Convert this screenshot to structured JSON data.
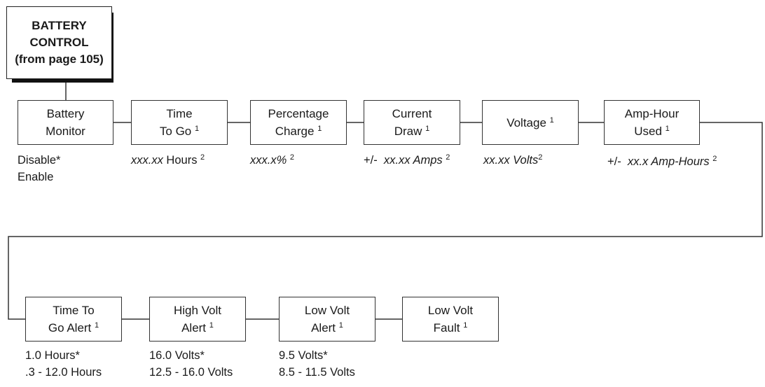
{
  "root": {
    "lines": [
      "BATTERY",
      "CONTROL",
      "(from page 105)"
    ]
  },
  "row1": [
    {
      "lines": [
        {
          "text": "Battery"
        },
        {
          "text": "Monitor"
        }
      ],
      "options": [
        [
          {
            "text": "Disable*"
          }
        ],
        [
          {
            "text": "Enable"
          }
        ]
      ]
    },
    {
      "lines": [
        {
          "text": "Time"
        },
        {
          "text": "To Go",
          "sup": "1"
        }
      ],
      "options": [
        [
          {
            "text": "xxx.xx",
            "italic": true
          },
          {
            "text": " Hours "
          },
          {
            "text": "2",
            "sup": true
          }
        ]
      ]
    },
    {
      "lines": [
        {
          "text": "Percentage"
        },
        {
          "text": "Charge",
          "sup": "1"
        }
      ],
      "options": [
        [
          {
            "text": "xxx.x%",
            "italic": true
          },
          {
            "text": " "
          },
          {
            "text": "2",
            "sup": true
          }
        ]
      ]
    },
    {
      "lines": [
        {
          "text": "Current"
        },
        {
          "text": "Draw",
          "sup": "1"
        }
      ],
      "options": [
        [
          {
            "text": "+/-  "
          },
          {
            "text": "xx.xx Amps",
            "italic": true
          },
          {
            "text": " "
          },
          {
            "text": "2",
            "sup": true
          }
        ]
      ]
    },
    {
      "lines": [
        {
          "text": "Voltage",
          "sup": "1"
        }
      ],
      "options": [
        [
          {
            "text": "xx.xx Volts",
            "italic": true
          },
          {
            "text": "2",
            "sup": true
          }
        ]
      ]
    },
    {
      "lines": [
        {
          "text": "Amp-Hour"
        },
        {
          "text": "Used",
          "sup": "1"
        }
      ],
      "options": [
        [
          {
            "text": "+/-  "
          },
          {
            "text": "xx.x Amp-Hours",
            "italic": true
          },
          {
            "text": " "
          },
          {
            "text": "2",
            "sup": true
          }
        ]
      ]
    }
  ],
  "row2": [
    {
      "lines": [
        {
          "text": "Time To"
        },
        {
          "text": "Go Alert",
          "sup": "1"
        }
      ],
      "options": [
        [
          {
            "text": "1.0 Hours*"
          }
        ],
        [
          {
            "text": ".3 - 12.0 Hours"
          }
        ]
      ]
    },
    {
      "lines": [
        {
          "text": "High Volt"
        },
        {
          "text": "Alert",
          "sup": "1"
        }
      ],
      "options": [
        [
          {
            "text": "16.0 Volts*"
          }
        ],
        [
          {
            "text": "12.5 - 16.0 Volts"
          }
        ]
      ]
    },
    {
      "lines": [
        {
          "text": "Low Volt"
        },
        {
          "text": "Alert",
          "sup": "1"
        }
      ],
      "options": [
        [
          {
            "text": "9.5 Volts*"
          }
        ],
        [
          {
            "text": "8.5 - 11.5 Volts"
          }
        ]
      ]
    },
    {
      "lines": [
        {
          "text": "Low Volt"
        },
        {
          "text": "Fault",
          "sup": "1"
        }
      ],
      "options": []
    }
  ]
}
